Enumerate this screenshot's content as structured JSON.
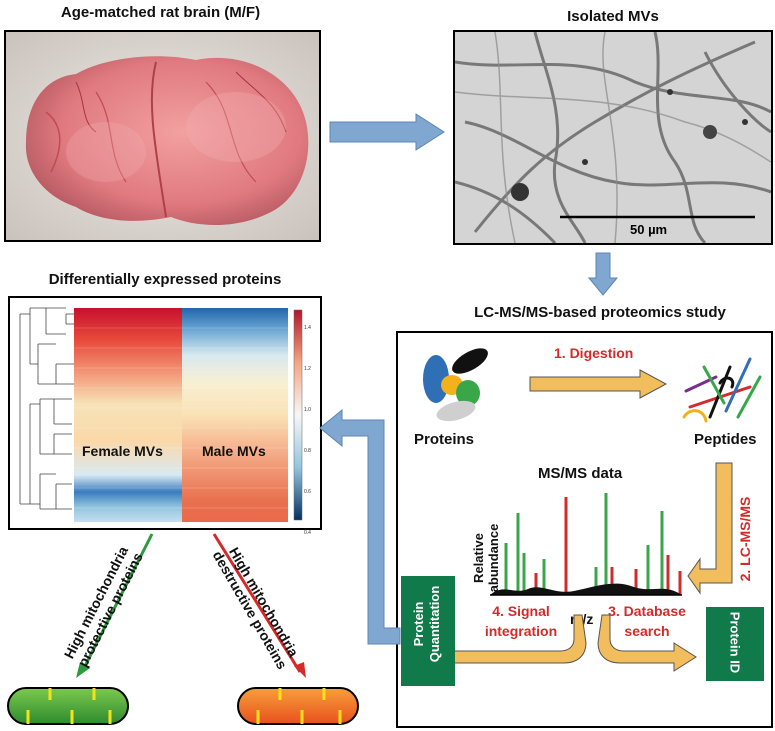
{
  "panels": {
    "brain_title": "Age-matched rat brain (M/F)",
    "mv_title": "Isolated MVs",
    "scale_bar": "50 µm",
    "diff_title": "Differentially expressed proteins",
    "lcms_title": "LC-MS/MS-based proteomics study"
  },
  "heatmap": {
    "female_label": "Female MVs",
    "male_label": "Male MVs",
    "colorbar_ticks": [
      "1.4",
      "1.2",
      "1.0",
      "0.8",
      "0.6",
      "0.4"
    ]
  },
  "workflow": {
    "proteins_label": "Proteins",
    "peptides_label": "Peptides",
    "step1": "1. Digestion",
    "step2": "2. LC-MS/MS",
    "msms_title": "MS/MS data",
    "y_axis": "Relative abundance",
    "x_axis": "m/z",
    "step3_line1": "3. Database",
    "step3_line2": "search",
    "step4_line1": "4. Signal",
    "step4_line2": "integration",
    "protein_id": "Protein ID",
    "protein_quant": "Protein Quantitation"
  },
  "outcomes": {
    "protective": "High mitochondria protective proteins",
    "protective_line1": "High mitochondria",
    "protective_line2": "protective proteins",
    "destructive": "High mitochondria destructive proteins",
    "destructive_line1": "High mitochondria",
    "destructive_line2": "destructive proteins"
  },
  "colors": {
    "arrow_blue": "#7fa7d0",
    "arrow_gold": "#f2bd5c",
    "label_red": "#d42a2a",
    "box_green": "#107a4a",
    "protective_green": "#2e9a3e",
    "destructive_orange": "#f07826"
  }
}
